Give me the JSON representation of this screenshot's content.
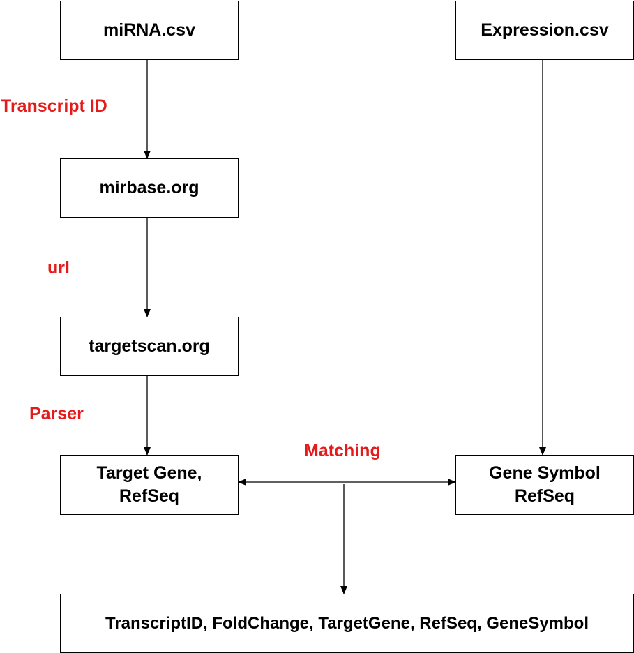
{
  "boxes": {
    "mirna": "miRNA.csv",
    "expression": "Expression.csv",
    "mirbase": "mirbase.org",
    "targetscan": "targetscan.org",
    "target_gene": "Target Gene,\nRefSeq",
    "gene_symbol": "Gene Symbol\nRefSeq",
    "result": "TranscriptID, FoldChange, TargetGene, RefSeq, GeneSymbol"
  },
  "edge_labels": {
    "transcript_id": "Transcript ID",
    "url": "url",
    "parser": "Parser",
    "matching": "Matching"
  },
  "colors": {
    "label": "#e51b1b",
    "line": "#000000"
  }
}
